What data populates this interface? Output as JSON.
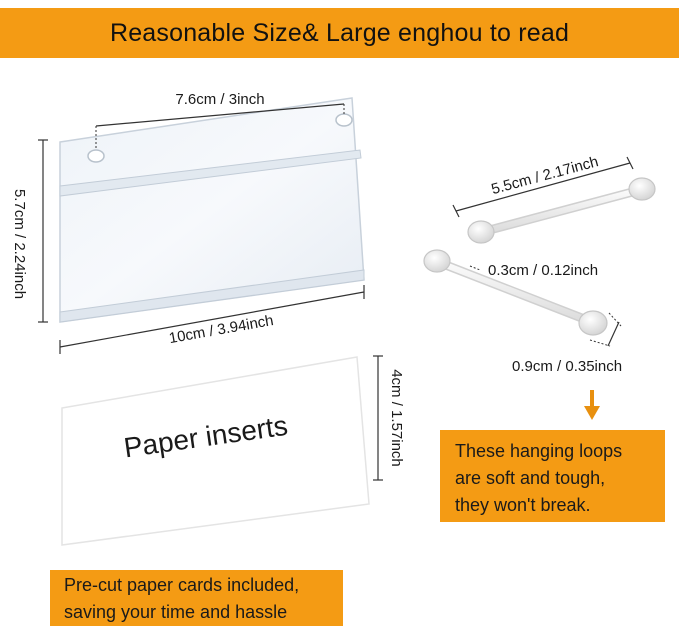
{
  "banner": {
    "title": "Reasonable Size& Large enghou to read"
  },
  "holder": {
    "hole_spacing_label": "7.6cm / 3inch",
    "height_label": "5.7cm / 2.24inch",
    "width_label": "10cm / 3.94inch"
  },
  "paper_card": {
    "text": "Paper inserts",
    "height_label": "4cm / 1.57inch"
  },
  "loops": {
    "length_label": "5.5cm / 2.17inch",
    "thickness_label": "0.3cm / 0.12inch",
    "end_diameter_label": "0.9cm / 0.35inch"
  },
  "notes": {
    "loops_note": [
      "These hanging loops",
      "are soft and tough,",
      "they won't break."
    ],
    "paper_note": [
      "Pre-cut paper cards included,",
      "saving your time and hassle"
    ]
  },
  "colors": {
    "accent": "#f49b14",
    "arrow": "#e8900f"
  }
}
